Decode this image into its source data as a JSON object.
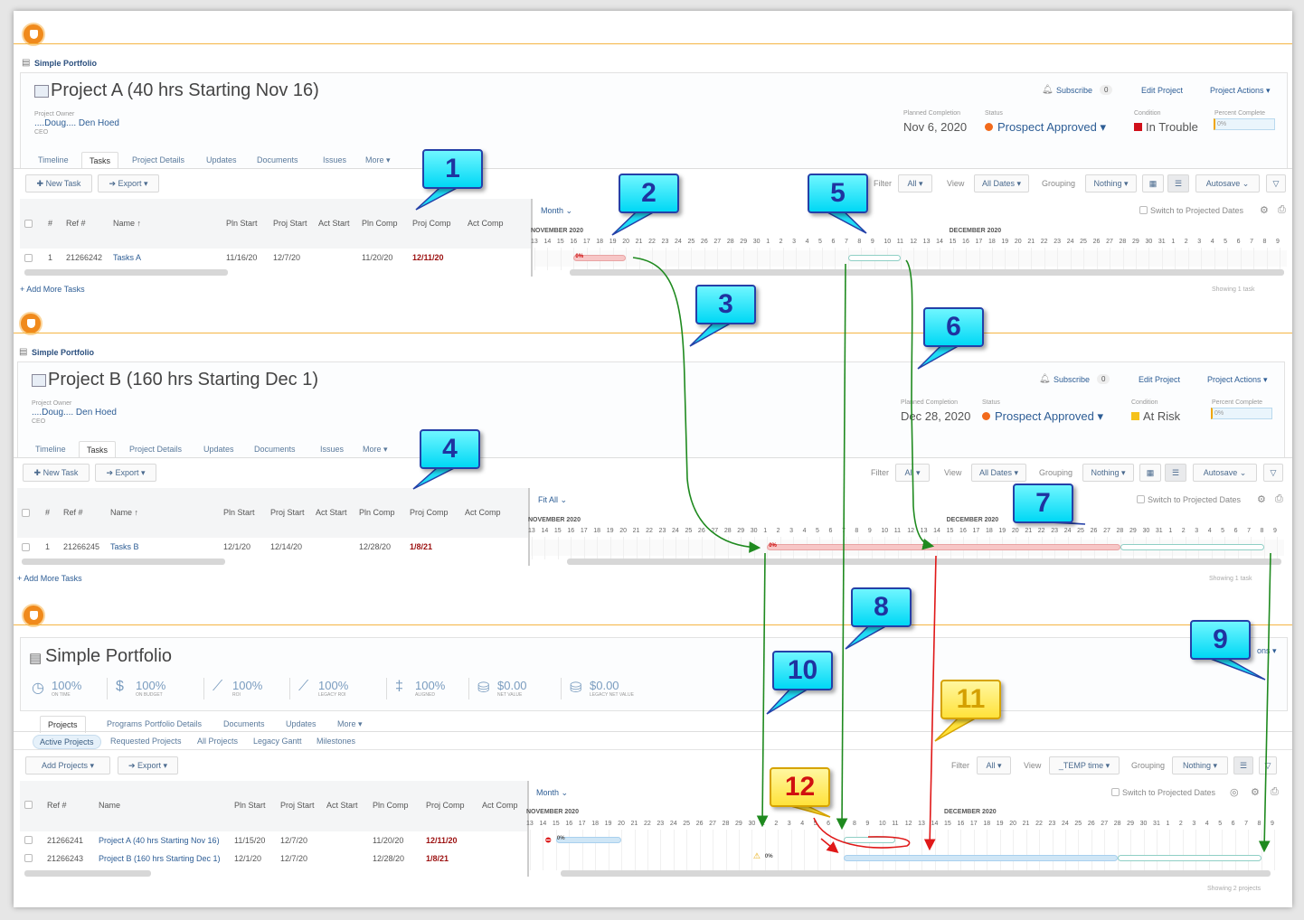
{
  "projects": [
    {
      "breadcrumb": "Simple Portfolio",
      "title": "Project A (40 hrs Starting Nov 16)",
      "owner_label": "Project Owner",
      "owner": "....Doug.... Den Hoed",
      "owner_role": "CEO",
      "subscribe": "Subscribe",
      "subscribe_count": "0",
      "edit": "Edit Project",
      "actions": "Project Actions ▾",
      "planned_label": "Planned Completion",
      "planned": "Nov 6, 2020",
      "status_label": "Status",
      "status": "Prospect Approved ▾",
      "status_color": "#f26a1b",
      "condition_label": "Condition",
      "condition": "In Trouble",
      "condition_color": "#d0101a",
      "pct_label": "Percent Complete",
      "pct": "0%",
      "tabs": [
        "Timeline",
        "Tasks",
        "Project Details",
        "Updates",
        "Documents",
        "Issues",
        "More ▾"
      ],
      "active_tab": 1,
      "new_task": "✚ New Task",
      "export": "➔ Export ▾",
      "filter_label": "Filter",
      "filter": "All ▾",
      "view_label": "View",
      "view": "All Dates ▾",
      "grouping_label": "Grouping",
      "grouping": "Nothing ▾",
      "autosave": "Autosave ⌄",
      "columns": [
        "#",
        "Ref #",
        "Name ↑",
        "Pln Start",
        "Proj Start",
        "Act Start",
        "Pln Comp",
        "Proj Comp",
        "Act Comp"
      ],
      "rows": [
        [
          "1",
          "21266242",
          "Tasks A",
          "11/16/20",
          "12/7/20",
          "",
          "11/20/20",
          "12/11/20",
          ""
        ]
      ],
      "scale": "Month ⌄",
      "switch": "Switch to Projected Dates",
      "add_more": "+ Add More Tasks",
      "showing": "Showing 1 task",
      "bars": [
        {
          "from": "11/16",
          "to": "11/20",
          "kind": "pink",
          "label": "0%"
        },
        {
          "from": "12/7",
          "to": "12/11",
          "kind": "outline"
        }
      ]
    },
    {
      "breadcrumb": "Simple Portfolio",
      "title": "Project B (160 hrs Starting Dec 1)",
      "owner_label": "Project Owner",
      "owner": "....Doug.... Den Hoed",
      "owner_role": "CEO",
      "subscribe": "Subscribe",
      "subscribe_count": "0",
      "edit": "Edit Project",
      "actions": "Project Actions ▾",
      "planned_label": "Planned Completion",
      "planned": "Dec 28, 2020",
      "status_label": "Status",
      "status": "Prospect Approved ▾",
      "status_color": "#f26a1b",
      "condition_label": "Condition",
      "condition": "At Risk",
      "condition_color": "#f5c21b",
      "pct_label": "Percent Complete",
      "pct": "0%",
      "tabs": [
        "Timeline",
        "Tasks",
        "Project Details",
        "Updates",
        "Documents",
        "Issues",
        "More ▾"
      ],
      "active_tab": 1,
      "new_task": "✚ New Task",
      "export": "➔ Export ▾",
      "filter_label": "Filter",
      "filter": "All ▾",
      "view_label": "View",
      "view": "All Dates ▾",
      "grouping_label": "Grouping",
      "grouping": "Nothing ▾",
      "autosave": "Autosave ⌄",
      "columns": [
        "#",
        "Ref #",
        "Name ↑",
        "Pln Start",
        "Proj Start",
        "Act Start",
        "Pln Comp",
        "Proj Comp",
        "Act Comp"
      ],
      "rows": [
        [
          "1",
          "21266245",
          "Tasks B",
          "12/1/20",
          "12/14/20",
          "",
          "12/28/20",
          "1/8/21",
          ""
        ]
      ],
      "scale": "Fit All ⌄",
      "switch": "Switch to Projected Dates",
      "add_more": "+ Add More Tasks",
      "showing": "Showing 1 task",
      "bars": [
        {
          "from": "12/1",
          "to": "12/28",
          "kind": "pink",
          "label": "0%"
        },
        {
          "from": "12/28",
          "to": "1/8",
          "kind": "outline"
        }
      ]
    }
  ],
  "months": [
    {
      "label": "NOVEMBER 2020",
      "days": [
        13,
        14,
        15,
        16,
        17,
        18,
        19,
        20,
        21,
        22,
        23,
        24,
        25,
        26,
        27,
        28,
        29,
        30
      ]
    },
    {
      "label": "DECEMBER 2020",
      "days": [
        1,
        2,
        3,
        4,
        5,
        6,
        7,
        8,
        9,
        10,
        11,
        12,
        13,
        14,
        15,
        16,
        17,
        18,
        19,
        20,
        21,
        22,
        23,
        24,
        25,
        26,
        27,
        28,
        29,
        30,
        31
      ]
    },
    {
      "label": "",
      "days": [
        1,
        2,
        3,
        4,
        5,
        6,
        7,
        8,
        9
      ]
    }
  ],
  "portfolio": {
    "title": "Simple Portfolio",
    "metrics": [
      {
        "value": "100%",
        "label": "ON TIME",
        "icon": "clock-icon"
      },
      {
        "value": "100%",
        "label": "ON BUDGET",
        "icon": "budget-icon"
      },
      {
        "value": "100%",
        "label": "ROI",
        "icon": "chart-icon"
      },
      {
        "value": "100%",
        "label": "LEGACY ROI",
        "icon": "chart-icon"
      },
      {
        "value": "100%",
        "label": "ALIGNED",
        "icon": "aligned-icon"
      },
      {
        "value": "$0.00",
        "label": "NET VALUE",
        "icon": "coins-icon"
      },
      {
        "value": "$0.00",
        "label": "LEGACY NET VALUE",
        "icon": "coins-icon"
      }
    ],
    "tabs": [
      "Projects",
      "Programs",
      "Portfolio Details",
      "Documents",
      "Updates",
      "More ▾"
    ],
    "subtabs": [
      "Active Projects",
      "Requested Projects",
      "All Projects",
      "Legacy Gantt",
      "Milestones"
    ],
    "add_projects": "Add Projects ▾",
    "export": "➔ Export ▾",
    "filter_label": "Filter",
    "filter": "All ▾",
    "view_label": "View",
    "view": "_TEMP time ▾",
    "grouping_label": "Grouping",
    "grouping": "Nothing ▾",
    "columns": [
      "Ref #",
      "Name",
      "Pln Start",
      "Proj Start",
      "Act Start",
      "Pln Comp",
      "Proj Comp",
      "Act Comp"
    ],
    "rows": [
      [
        "21266241",
        "Project A (40 hrs Starting Nov 16)",
        "11/15/20",
        "12/7/20",
        "",
        "11/20/20",
        "12/11/20",
        ""
      ],
      [
        "21266243",
        "Project B (160 hrs Starting Dec 1)",
        "12/1/20",
        "12/7/20",
        "",
        "12/28/20",
        "1/8/21",
        ""
      ]
    ],
    "scale": "Month ⌄",
    "switch": "Switch to Projected Dates",
    "showing": "Showing 2 projects",
    "project_actions": "ons ▾",
    "bars": [
      [
        {
          "from": "11/15",
          "to": "11/20",
          "kind": "blue",
          "label": "0%"
        },
        {
          "from": "12/7",
          "to": "12/11",
          "kind": "outline"
        }
      ],
      [
        {
          "from": "12/7",
          "to": "12/28",
          "kind": "blue"
        },
        {
          "from": "12/28",
          "to": "1/8",
          "kind": "outline"
        },
        {
          "from": "12/1",
          "to": "12/1",
          "kind": "marker",
          "label": "0%"
        }
      ]
    ]
  },
  "callouts": [
    {
      "n": "1"
    },
    {
      "n": "2"
    },
    {
      "n": "3"
    },
    {
      "n": "4"
    },
    {
      "n": "5"
    },
    {
      "n": "6"
    },
    {
      "n": "7"
    },
    {
      "n": "8"
    },
    {
      "n": "9"
    },
    {
      "n": "10"
    },
    {
      "n": "11"
    },
    {
      "n": "12"
    }
  ],
  "colors": {
    "accent": "#f08a1c",
    "link": "#2d5d95",
    "arrow_green": "#1f8a1f",
    "arrow_red": "#e01818"
  }
}
